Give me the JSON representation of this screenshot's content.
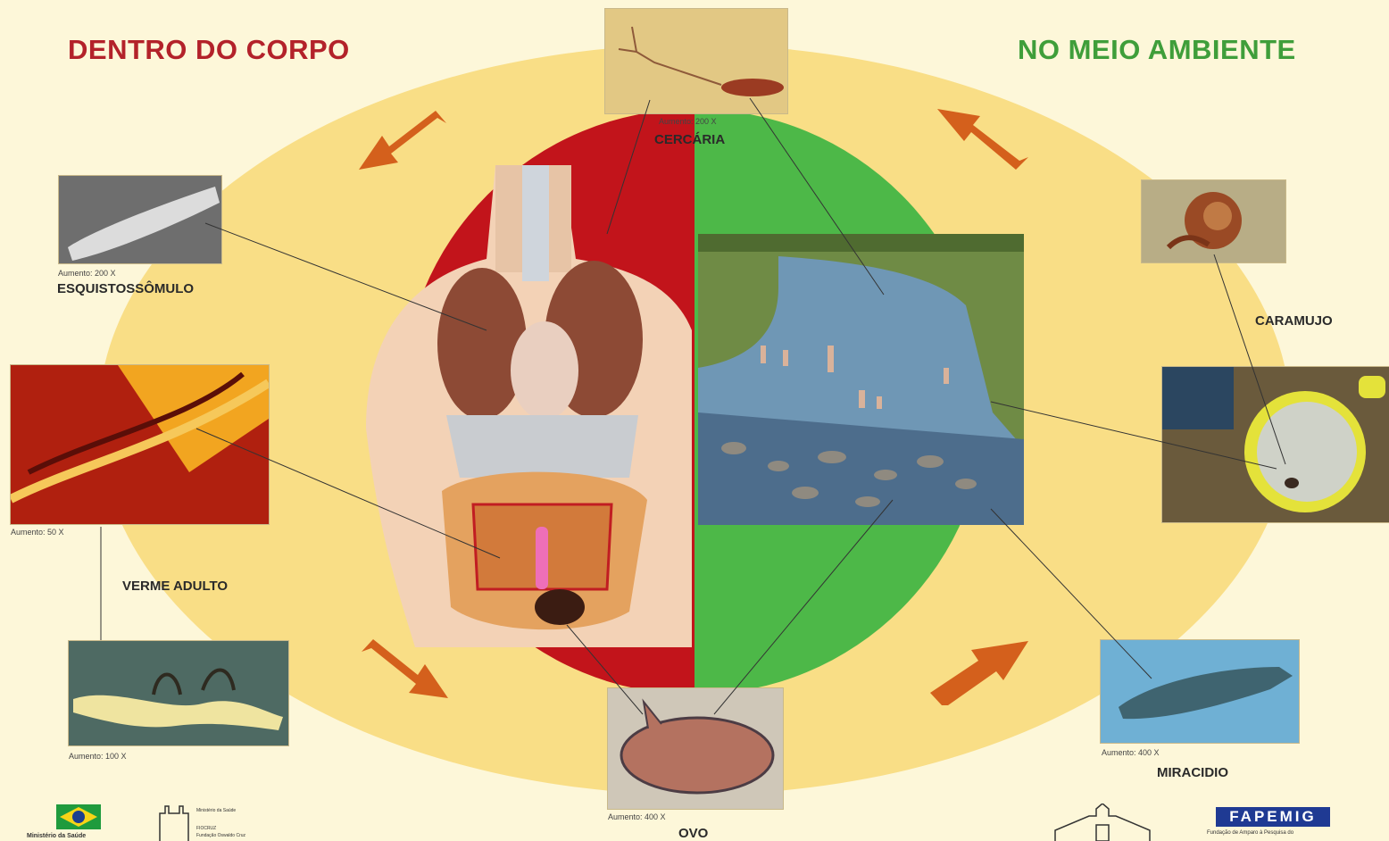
{
  "headings": {
    "body_side": "DENTRO DO CORPO",
    "environment_side": "NO MEIO AMBIENTE"
  },
  "colors": {
    "background": "#fdf7d9",
    "ellipse": "#f9de86",
    "body_half": "#c2141b",
    "environment_half": "#4db848",
    "heading_body": "#b3222a",
    "heading_environment": "#3f9e3a",
    "arrow": "#d4601c"
  },
  "stages": {
    "cercaria": {
      "label": "CERCÁRIA",
      "magnification": "Aumento: 200 X"
    },
    "esquistossomulo": {
      "label": "ESQUISTOSSÔMULO",
      "magnification": "Aumento: 200 X"
    },
    "verme_adulto": {
      "label": "VERME ADULTO",
      "magnification_top": "Aumento: 50 X",
      "magnification_bottom": "Aumento: 100 X"
    },
    "ovo": {
      "label": "OVO",
      "magnification": "Aumento: 400 X"
    },
    "miracidio": {
      "label": "MIRACIDIO",
      "magnification": "Aumento: 400 X"
    },
    "caramujo": {
      "label": "CARAMUJO"
    }
  },
  "footer": {
    "ministerio": "Ministério da Saúde",
    "fiocruz_line1": "Ministério da Saúde",
    "fiocruz_line2": "FIOCRUZ",
    "fiocruz_line3": "Fundação Oswaldo Cruz",
    "fapemig": "FAPEMIG",
    "fapemig_sub": "Fundação de Amparo à Pesquisa do"
  },
  "icons": [
    "brazil-flag-icon",
    "fiocruz-building-icon",
    "castle-outline-icon",
    "flow-arrow-icon"
  ]
}
